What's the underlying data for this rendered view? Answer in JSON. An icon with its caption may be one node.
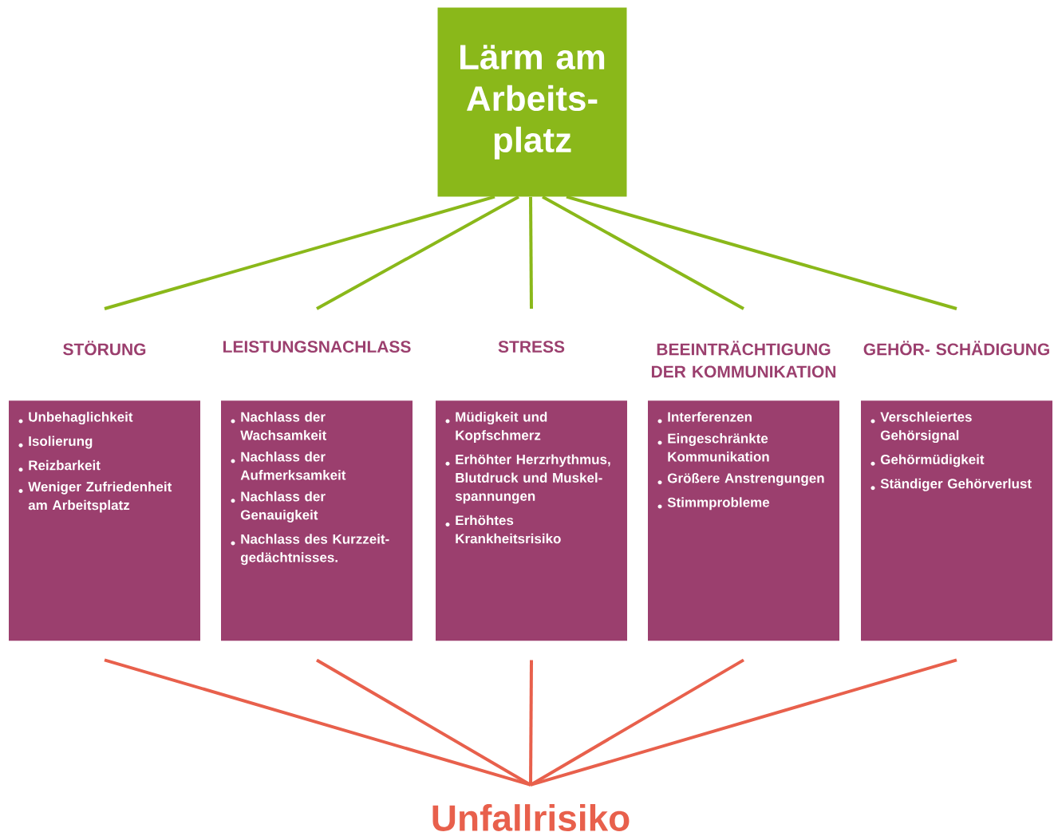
{
  "diagram": {
    "nodes": [
      {
        "text": [
          "Lärm am Arbeits- platz"
        ]
      },
      {
        "text": [
          "STÖRUNG",
          "Unbehaglichkeit",
          "Isolierung",
          "Reizbarkeit",
          "Weniger Zufriedenheit am Arbeitsplatz"
        ]
      },
      {
        "text": [
          "LEISTUNGSNACHLASS",
          "Nachlass der Wachsamkeit",
          "Nachlass der Aufmerksamkeit",
          "Nachlass der Genauigkeit",
          "Nachlass des Kurzzeit- gedächtnisses."
        ]
      },
      {
        "text": [
          "STRESS",
          "Müdigkeit und Kopfschmerz",
          "Erhöhter Herzrhythmus, Blutdruck und Muskel- spannungen",
          "Erhöhtes Krankheitsrisiko"
        ]
      },
      {
        "text": [
          "BEEINTRÄCHTIGUNG DER KOMMUNIKATION",
          "Interferenzen",
          "Eingeschränkte Kommunikation",
          "Größere Anstrengungen",
          "Stimmprobleme"
        ]
      },
      {
        "text": [
          "GEHÖR- SCHÄDIGUNG",
          "Verschleiertes Gehörsignal",
          "Gehörmüdigkeit",
          "Ständiger Gehörverlust"
        ]
      },
      {
        "text": [
          "Unfallrisiko"
        ]
      }
    ],
    "edges": [
      {
        "from": 0,
        "to": 1,
        "arrow": "none",
        "color": "#8ab81a"
      },
      {
        "from": 0,
        "to": 2,
        "arrow": "none",
        "color": "#8ab81a"
      },
      {
        "from": 0,
        "to": 3,
        "arrow": "none",
        "color": "#8ab81a"
      },
      {
        "from": 0,
        "to": 4,
        "arrow": "none",
        "color": "#8ab81a"
      },
      {
        "from": 0,
        "to": 5,
        "arrow": "none",
        "color": "#8ab81a"
      },
      {
        "from": 1,
        "to": 6,
        "arrow": "none",
        "color": "#e8604c"
      },
      {
        "from": 2,
        "to": 6,
        "arrow": "none",
        "color": "#e8604c"
      },
      {
        "from": 3,
        "to": 6,
        "arrow": "none",
        "color": "#e8604c"
      },
      {
        "from": 4,
        "to": 6,
        "arrow": "none",
        "color": "#e8604c"
      },
      {
        "from": 5,
        "to": 6,
        "arrow": "none",
        "color": "#e8604c"
      }
    ]
  }
}
